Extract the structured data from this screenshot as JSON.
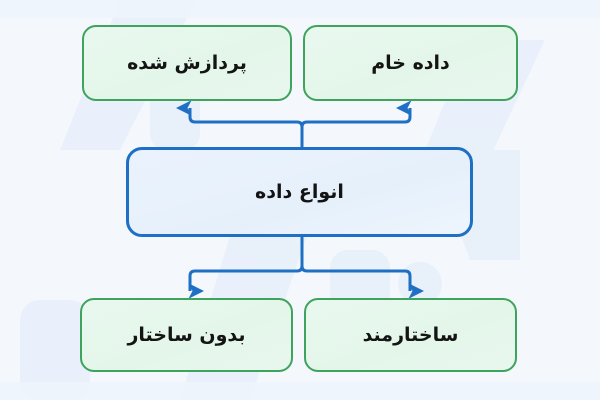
{
  "diagram": {
    "title_text": "انواع داده",
    "direction": "rtl",
    "background_color": "#f4f8fd",
    "nodes": {
      "center": {
        "label": "انواع داده",
        "border_color": "#1f6fc4",
        "fill_color": "#e8f2fc"
      },
      "top_right": {
        "label": "داده خام",
        "border_color": "#3da35d",
        "fill_color": "#e6f7ee"
      },
      "top_left": {
        "label": "پردازش شده",
        "border_color": "#3da35d",
        "fill_color": "#e6f7ee"
      },
      "bottom_right": {
        "label": "ساختارمند",
        "border_color": "#3da35d",
        "fill_color": "#e6f7ee"
      },
      "bottom_left": {
        "label": "بدون ساختار",
        "border_color": "#3da35d",
        "fill_color": "#e6f7ee"
      }
    },
    "connectors": {
      "color": "#1f6fc4",
      "stroke_width": 3,
      "up_branch_targets": [
        "پردازش شده",
        "داده خام"
      ],
      "down_branch_targets": [
        "بدون ساختار",
        "ساختارمند"
      ]
    }
  }
}
